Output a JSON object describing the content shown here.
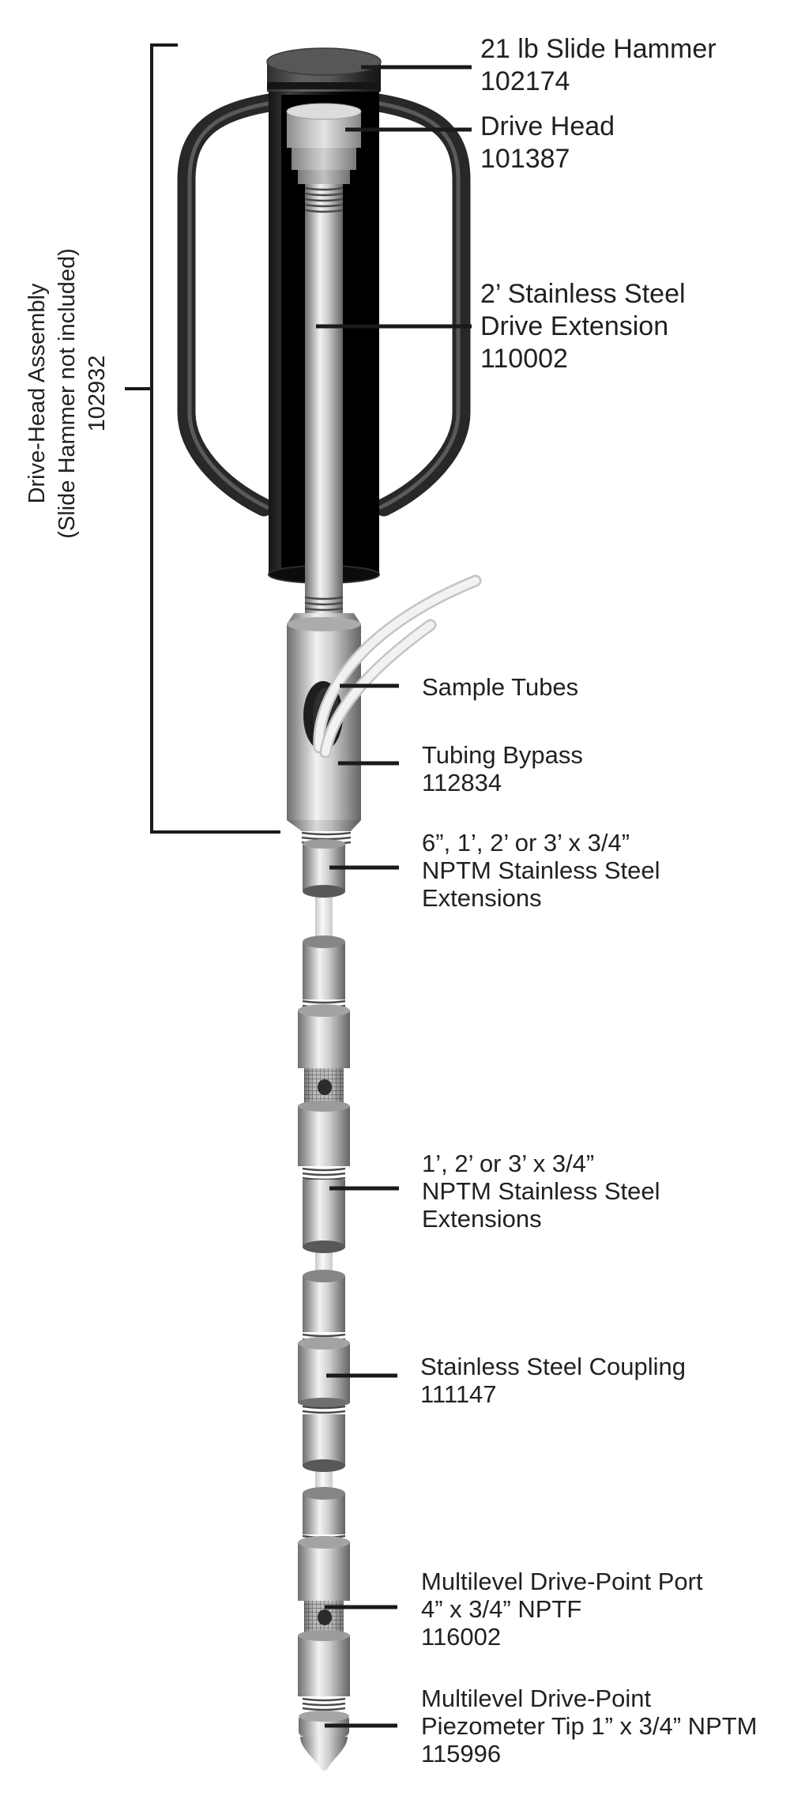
{
  "bracket": {
    "lines": [
      "Drive-Head Assembly",
      "(Slide Hammer not included)",
      "102932"
    ]
  },
  "labels": {
    "slide_hammer": {
      "lines": [
        "21 lb Slide Hammer",
        "102174"
      ]
    },
    "drive_head": {
      "lines": [
        "Drive Head",
        "101387"
      ]
    },
    "drive_extension": {
      "lines": [
        "2’ Stainless Steel",
        "Drive Extension",
        "110002"
      ]
    },
    "sample_tubes": {
      "lines": [
        "Sample Tubes"
      ]
    },
    "tubing_bypass": {
      "lines": [
        "Tubing Bypass",
        "112834"
      ]
    },
    "extensions_upper": {
      "lines": [
        "6”, 1’, 2’ or 3’ x 3/4”",
        "NPTM Stainless Steel",
        "Extensions"
      ]
    },
    "extensions_lower": {
      "lines": [
        "1’, 2’ or 3’ x 3/4”",
        "NPTM Stainless Steel",
        "Extensions"
      ]
    },
    "coupling": {
      "lines": [
        "Stainless Steel Coupling",
        "111147"
      ]
    },
    "port": {
      "lines": [
        "Multilevel Drive-Point Port",
        "4” x 3/4” NPTF",
        "116002"
      ]
    },
    "tip": {
      "lines": [
        "Multilevel Drive-Point",
        "Piezometer Tip 1” x 3/4” NPTM",
        "115996"
      ]
    }
  },
  "colors": {
    "label_text": "#231f20",
    "leader_line": "#1a1a1a",
    "hammer_body": "#0d0d0d",
    "steel_highlight": "#f2f2f2",
    "steel_mid": "#a9a9a9",
    "steel_shadow": "#646464",
    "tube_white": "#f2f2f2",
    "screen_mesh": "#bdbdbd"
  }
}
